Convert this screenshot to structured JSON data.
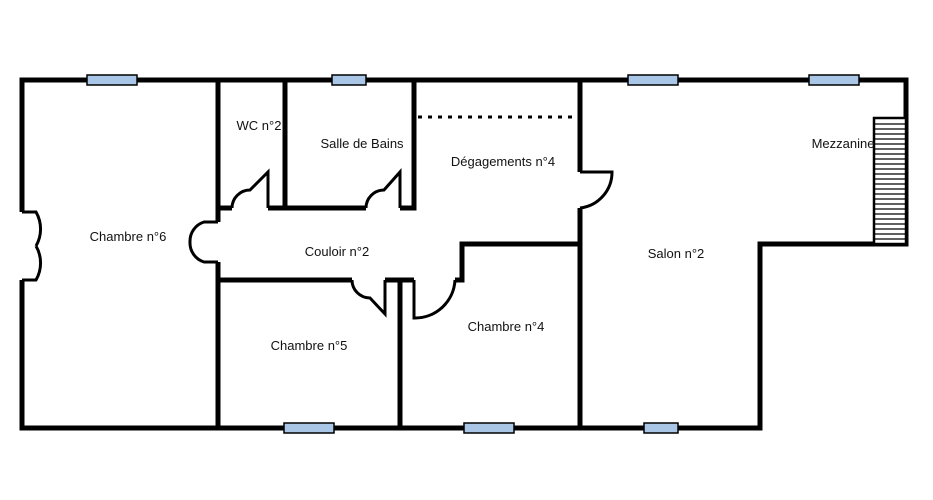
{
  "rooms": {
    "chambre6": "Chambre n°6",
    "wc2": "WC n°2",
    "salle_de_bains": "Salle de Bains",
    "degagements4": "Dégagements n°4",
    "mezzanine": "Mezzanine",
    "couloir2": "Couloir n°2",
    "salon2": "Salon n°2",
    "chambre4": "Chambre n°4",
    "chambre5": "Chambre n°5"
  },
  "colors": {
    "wall": "#000000",
    "window": "#a9c6e6",
    "background": "#ffffff"
  }
}
